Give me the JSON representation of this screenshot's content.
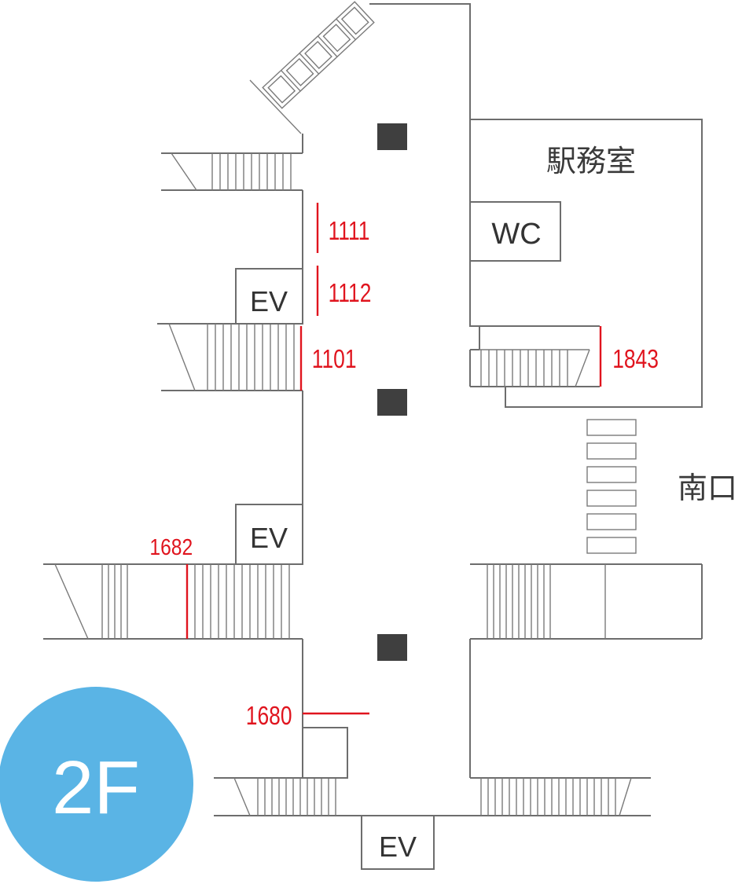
{
  "floor": {
    "label": "2F",
    "color": "#5ab4e5"
  },
  "rooms": {
    "station_office": "駅務室",
    "wc": "WC"
  },
  "exits": {
    "south": "南口"
  },
  "elevators": [
    "EV",
    "EV",
    "EV"
  ],
  "gates": [
    "1111",
    "1112",
    "1101",
    "1843",
    "1682",
    "1680"
  ],
  "colors": {
    "gate": "#e0141e",
    "wall": "#6d6d6d",
    "pillar": "#3f3f3f"
  }
}
